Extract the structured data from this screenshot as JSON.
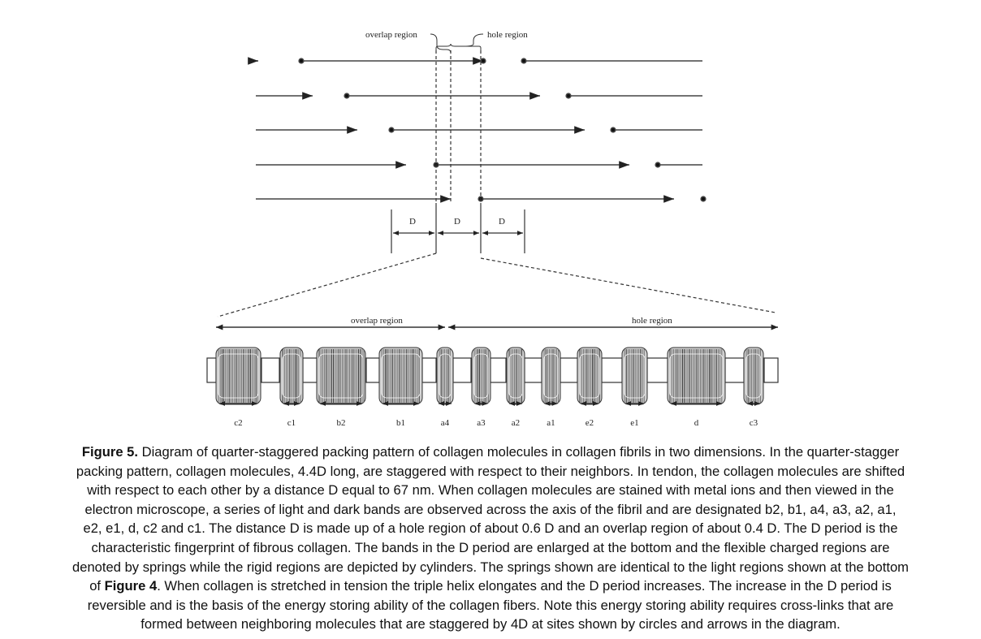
{
  "diagram": {
    "top_labels": {
      "overlap": "overlap region",
      "hole": "hole region"
    },
    "period_labels": [
      "D",
      "D",
      "D"
    ],
    "bottom_labels": {
      "overlap": "overlap region",
      "hole": "hole region"
    },
    "bands": [
      "c2",
      "c1",
      "b2",
      "b1",
      "a4",
      "a3",
      "a2",
      "a1",
      "e2",
      "e1",
      "d",
      "c3"
    ]
  },
  "caption": {
    "figure_label": "Figure 5.",
    "lines": [
      " Diagram of quarter-staggered packing pattern of collagen molecules in collagen fibrils in two dimensions. In the quarter-stagger",
      "packing pattern, collagen molecules, 4.4D long, are staggered with respect to their neighbors. In tendon, the collagen molecules are shifted",
      "with respect to each other by a distance D equal to 67 nm. When collagen molecules are stained with metal ions and then viewed in the",
      "electron microscope, a series of light and dark bands are observed across the axis of the fibril and are designated b2, b1, a4, a3, a2, a1,",
      "e2, e1, d, c2 and c1. The distance D is made up of a hole region of about 0.6 D and an overlap region of about 0.4 D. The D period is the",
      "characteristic fingerprint of fibrous collagen. The bands in the D period are enlarged at the bottom and the flexible charged regions are",
      "denoted by springs while the rigid regions are depicted by cylinders. The springs shown are identical to the light regions shown at the bottom",
      "",
      "reversible and is the basis of the energy storing ability of the collagen fibers. Note this energy storing ability requires cross-links that are",
      "formed between neighboring molecules that are staggered by 4D at sites shown by circles and arrows in the diagram."
    ],
    "line8_prefix": "of ",
    "ref_label": "Figure 4",
    "line8_suffix": ". When collagen is stretched in tension the triple helix elongates and the D period increases. The increase in the D period is"
  }
}
